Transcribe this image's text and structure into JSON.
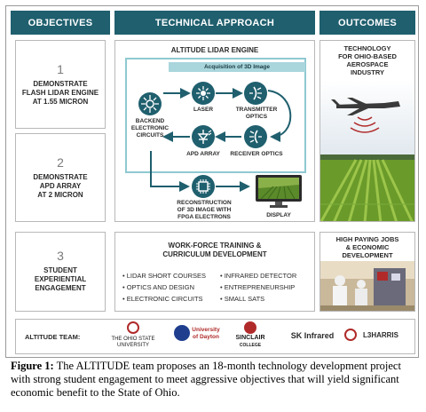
{
  "headers": {
    "objectives": "OBJECTIVES",
    "technical": "TECHNICAL APPROACH",
    "outcomes": "OUTCOMES"
  },
  "objectives": [
    {
      "num": "1",
      "line1": "DEMONSTRATE",
      "line2": "FLASH LIDAR ENGINE",
      "line3": "AT 1.55 MICRON"
    },
    {
      "num": "2",
      "line1": "DEMONSTRATE",
      "line2": "APD ARRAY",
      "line3": "AT 2 MICRON"
    },
    {
      "num": "3",
      "line1": "STUDENT",
      "line2": "EXPERIENTIAL",
      "line3": "ENGAGEMENT"
    }
  ],
  "engine": {
    "title": "ALTITUDE LIDAR ENGINE",
    "acq_title": "Acquisition of 3D Image",
    "backend1": "BACKEND",
    "backend2": "ELECTRONIC",
    "backend3": "CIRCUITS",
    "laser": "LASER",
    "transmitter": "TRANSMITTER OPTICS",
    "apd": "APD ARRAY",
    "receiver": "RECEIVER OPTICS",
    "recon1": "RECONSTRUCTION",
    "recon2": "OF 3D IMAGE WITH",
    "recon3": "FPGA ELECTRONS",
    "display": "DISPLAY"
  },
  "workforce": {
    "title1": "WORK-FORCE TRAINING &",
    "title2": "CURRICULUM DEVELOPMENT",
    "col1": [
      "LIDAR SHORT COURSES",
      "OPTICS AND DESIGN",
      "ELECTRONIC CIRCUITS"
    ],
    "col2": [
      "INFRARED DETECTOR",
      "ENTREPRENEURSHIP",
      "SMALL SATS"
    ]
  },
  "outcomes": {
    "o1_l1": "TECHNOLOGY",
    "o1_l2": "FOR OHIO-BASED",
    "o1_l3": "AEROSPACE",
    "o1_l4": "INDUSTRY",
    "o2_l1": "HIGH PAYING JOBS",
    "o2_l2": "& ECONOMIC",
    "o2_l3": "DEVELOPMENT"
  },
  "team": {
    "label": "ALTITUDE TEAM:",
    "osu1": "THE OHIO STATE",
    "osu2": "UNIVERSITY",
    "dayton1": "University",
    "dayton2": "of Dayton",
    "sinclair1": "SINCLAIR",
    "sinclair2": "COLLEGE",
    "sk": "SK Infrared",
    "l3": "L3HARRIS"
  },
  "caption": {
    "label": "Figure 1:",
    "text": " The ALTITUDE team proposes an 18-month technology development project with strong student engagement to meet aggressive objectives that will yield significant economic benefit to the State of Ohio."
  },
  "colors": {
    "teal": "#1f5f6e",
    "light_teal": "#a9d6dc",
    "red": "#b02a2a"
  }
}
